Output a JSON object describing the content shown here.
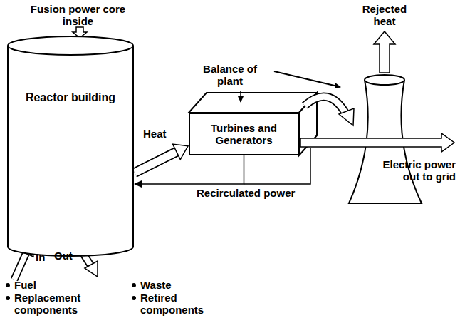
{
  "diagram": {
    "nodes": [
      {
        "text": [
          "Reactor building"
        ]
      },
      {
        "text": [
          "Turbines and Generators"
        ]
      }
    ],
    "edges": [
      {
        "from": 0,
        "to": 1,
        "arrow": "to",
        "label": "Heat"
      },
      {
        "from": 1,
        "to": 0,
        "arrow": "to",
        "label": "Recirculated power"
      }
    ],
    "labels": [
      "Fusion power core inside",
      "Balance of plant",
      "Rejected heat",
      "Electric power out to grid",
      "In",
      "Out",
      "Fuel",
      "Replacement components",
      "Waste",
      "Retired components"
    ]
  }
}
